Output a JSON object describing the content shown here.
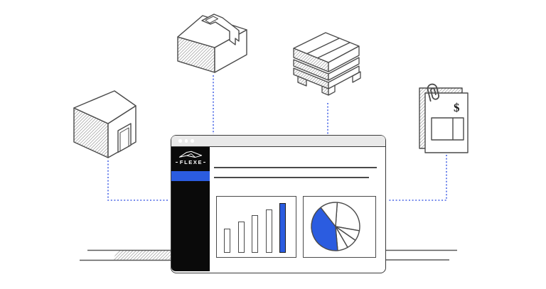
{
  "illustration": {
    "brand_logo_text": "FLEXE",
    "currency_symbol": "$",
    "icons": [
      "warehouse-icon",
      "shipping-box-icon",
      "pallet-crate-icon",
      "invoice-document-icon",
      "paperclip-icon",
      "flexe-roof-icon"
    ]
  },
  "colors": {
    "accent_blue": "#2b5ce0",
    "outline_gray": "#4a4a4a",
    "connector_blue": "#4a67e6",
    "sidebar_black": "#0a0a0a",
    "titlebar_gray": "#e9e9e9",
    "hatch_gray": "#9a9a9a"
  },
  "window": {
    "titlebar_dots": 3
  },
  "chart_data": [
    {
      "type": "bar",
      "title": "dashboard mini bar chart (no labels visible)",
      "categories": [
        "",
        "",
        "",
        "",
        ""
      ],
      "values": [
        34,
        44,
        53,
        61,
        70
      ],
      "bar_colors": [
        "#ffffff",
        "#ffffff",
        "#ffffff",
        "#ffffff",
        "#2b5ce0"
      ],
      "bar_border_colors": [
        "#4a4a4a",
        "#4a4a4a",
        "#4a4a4a",
        "#4a4a4a",
        "#1c1c1c"
      ],
      "xlabel": "",
      "ylabel": "",
      "grid": false,
      "legend": false
    },
    {
      "type": "pie",
      "title": "dashboard mini pie chart (no labels visible)",
      "slices": [
        {
          "start_deg": 86,
          "sweep_deg": 96,
          "color": "#ffffff",
          "percent_estimate": 26.7
        },
        {
          "start_deg": -10,
          "sweep_deg": 25,
          "color": "#ffffff",
          "percent_estimate": 6.9
        },
        {
          "start_deg": -35,
          "sweep_deg": 25,
          "color": "#ffffff",
          "percent_estimate": 6.9
        },
        {
          "start_deg": -60,
          "sweep_deg": 25,
          "color": "#ffffff",
          "percent_estimate": 6.9
        },
        {
          "start_deg": -85,
          "sweep_deg": 147,
          "color": "#2b5ce0",
          "percent_estimate": 40.8
        },
        {
          "start_deg": 128,
          "sweep_deg": 42,
          "color": "#ffffff",
          "percent_estimate": 11.7
        }
      ],
      "legend": false
    }
  ]
}
